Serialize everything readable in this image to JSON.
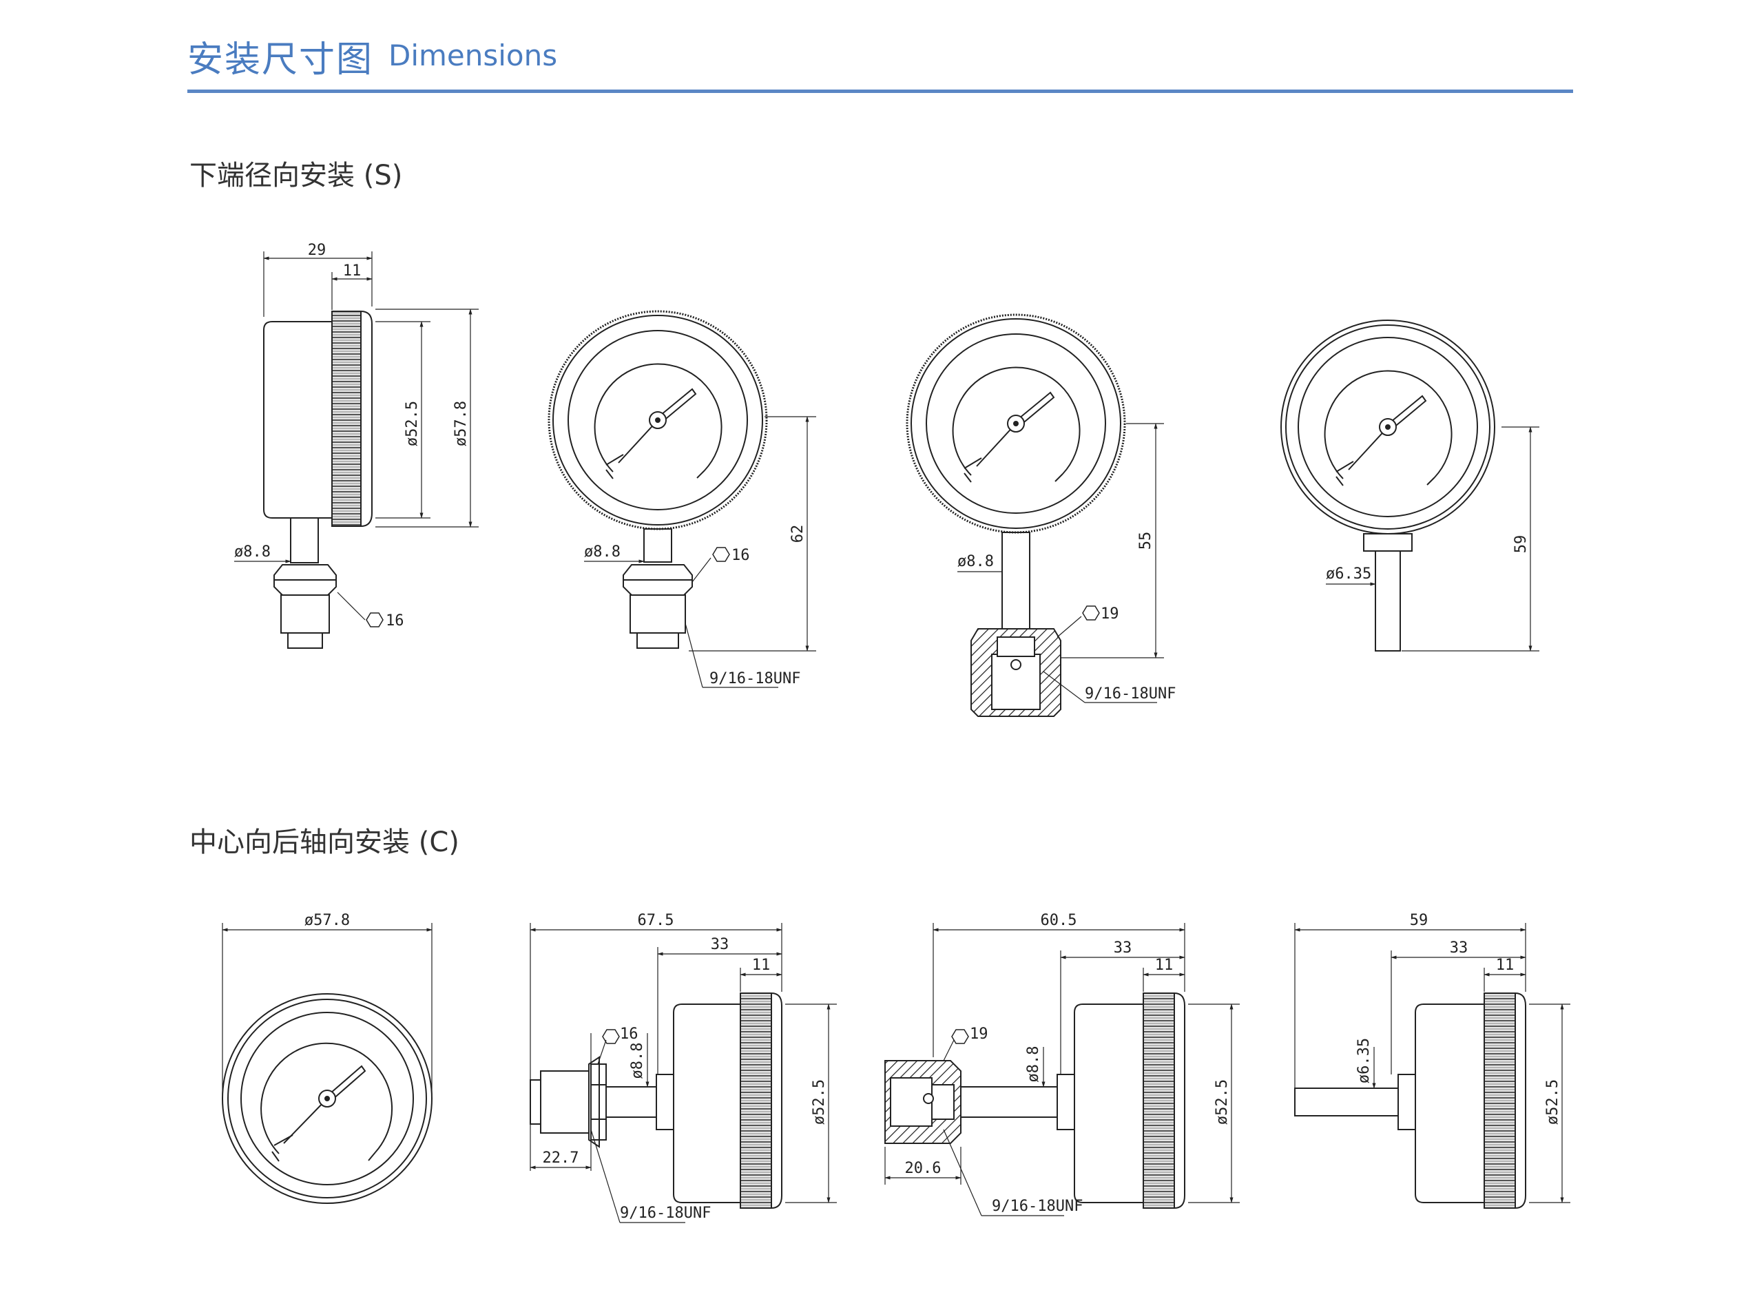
{
  "header": {
    "title_cn": "安装尺寸图",
    "title_en": "Dimensions"
  },
  "sections": {
    "bottom": {
      "title": "下端径向安装 (S)"
    },
    "back": {
      "title": "中心向后轴向安装 (C)"
    }
  },
  "dims": {
    "s1": {
      "w29": "29",
      "w11": "11",
      "d525": "ø52.5",
      "d578": "ø57.8",
      "d88": "ø8.8",
      "hex16": "16"
    },
    "s2": {
      "d88": "ø8.8",
      "hex16": "16",
      "h62": "62",
      "thread": "9/16-18UNF"
    },
    "s3": {
      "d88": "ø8.8",
      "hex19": "19",
      "h55": "55",
      "thread": "9/16-18UNF"
    },
    "s4": {
      "d635": "ø6.35",
      "h59": "59"
    },
    "c1": {
      "d578": "ø57.8"
    },
    "c2": {
      "l675": "67.5",
      "l33": "33",
      "l11": "11",
      "hex16": "16",
      "d88": "ø8.8",
      "d525": "ø52.5",
      "l227": "22.7",
      "thread": "9/16-18UNF"
    },
    "c3": {
      "l605": "60.5",
      "l33": "33",
      "l11": "11",
      "hex19": "19",
      "d88": "ø8.8",
      "d525": "ø52.5",
      "l206": "20.6",
      "thread": "9/16-18UNF"
    },
    "c4": {
      "l59": "59",
      "l33": "33",
      "l11": "11",
      "d635": "ø6.35",
      "d525": "ø52.5"
    }
  }
}
